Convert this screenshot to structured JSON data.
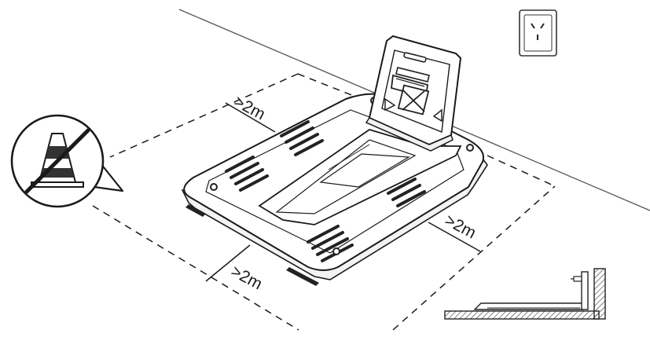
{
  "clearance": {
    "top": ">2m",
    "right": ">2m",
    "front": ">2m"
  },
  "icons": {
    "outlet": "wall-outlet-icon",
    "no_obstacle": "no-traffic-cone-icon",
    "ground_section": "ground-level-section-icon"
  },
  "colors": {
    "line": "#1a1a1a",
    "fill": "#ffffff",
    "slot": "#222222"
  }
}
